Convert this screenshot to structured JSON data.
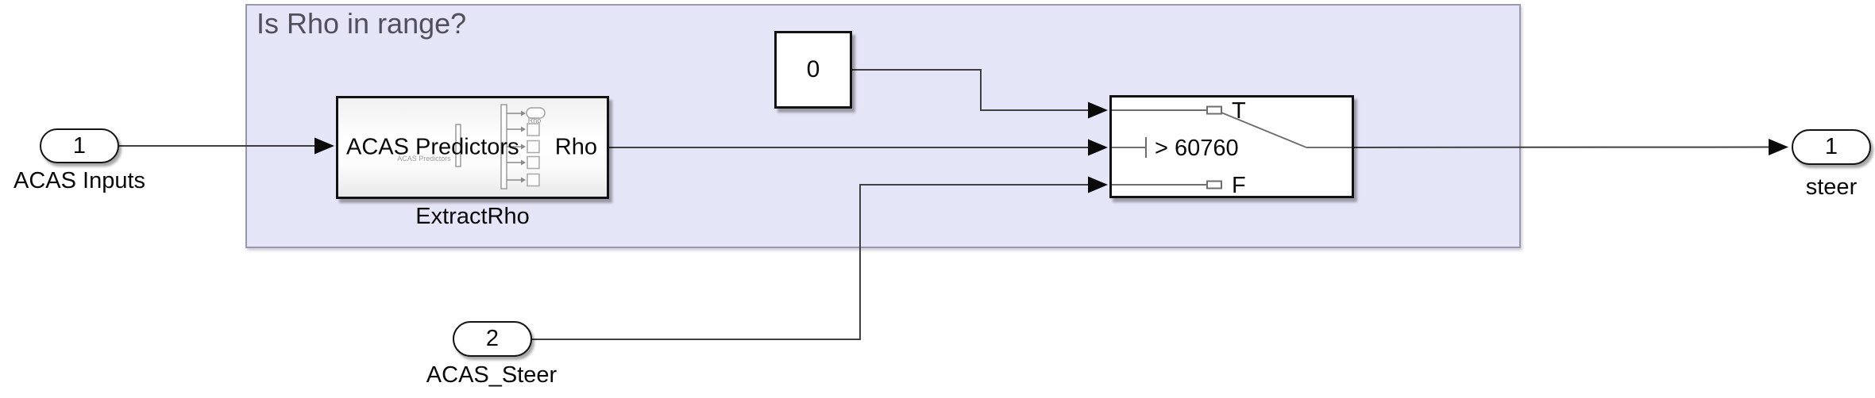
{
  "area": {
    "title": "Is Rho in range?"
  },
  "blocks": {
    "inport1": {
      "number": "1",
      "label": "ACAS Inputs"
    },
    "inport2": {
      "number": "2",
      "label": "ACAS_Steer"
    },
    "outport1": {
      "number": "1",
      "label": "steer"
    },
    "constant": {
      "value": "0"
    },
    "subsystem": {
      "name": "ExtractRho",
      "input_port_label": "ACAS Predictors",
      "output_port_label": "Rho",
      "preview": {
        "ghost_label": "ACAS Predictors",
        "port_label": "Rho"
      }
    },
    "switch": {
      "true_port_label": "T",
      "criteria_label": "> 60760",
      "false_port_label": "F"
    }
  },
  "colors": {
    "canvas_bg": "#ffffff",
    "area_fill": "#e5e5f8",
    "area_border": "#9898b0",
    "area_title": "#50505c",
    "wire": "#404040",
    "arrowhead": "#0a0a0a",
    "block_border": "#121212",
    "block_fill": "#ffffff",
    "switch_internal": "#6e6e6e"
  }
}
